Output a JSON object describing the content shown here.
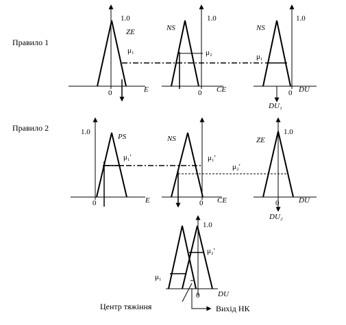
{
  "rules": [
    {
      "label": "Правило 1",
      "panels": [
        {
          "term": "ZE",
          "axis": "E",
          "zero": "0",
          "top": "1.0",
          "mu": "μ₁"
        },
        {
          "term": "NS",
          "axis": "CE",
          "zero": "0",
          "top": "1.0",
          "mu": "μ₂"
        },
        {
          "term": "NS",
          "axis": "DU",
          "zero": "0",
          "top": "1.0",
          "mu": "μ₁",
          "output": "DU₁"
        }
      ]
    },
    {
      "label": "Правило 2",
      "panels": [
        {
          "term": "PS",
          "axis": "E",
          "zero": "0",
          "top": "1.0",
          "mu": "μ₁'"
        },
        {
          "term": "NS",
          "axis": "CE",
          "zero": "0",
          "top": "",
          "mu": "μ₁'"
        },
        {
          "term": "ZE",
          "axis": "DU",
          "zero": "0",
          "top": "1.0",
          "mu": "μ₂'",
          "output": "DU₂"
        }
      ]
    }
  ],
  "aggregation": {
    "axis": "DU",
    "zero": "0",
    "top": "1.0",
    "mu1": "μ₁",
    "mu2": "μ₂'",
    "center_label": "Центр тяжіння",
    "output_label": "Вихід НК"
  }
}
